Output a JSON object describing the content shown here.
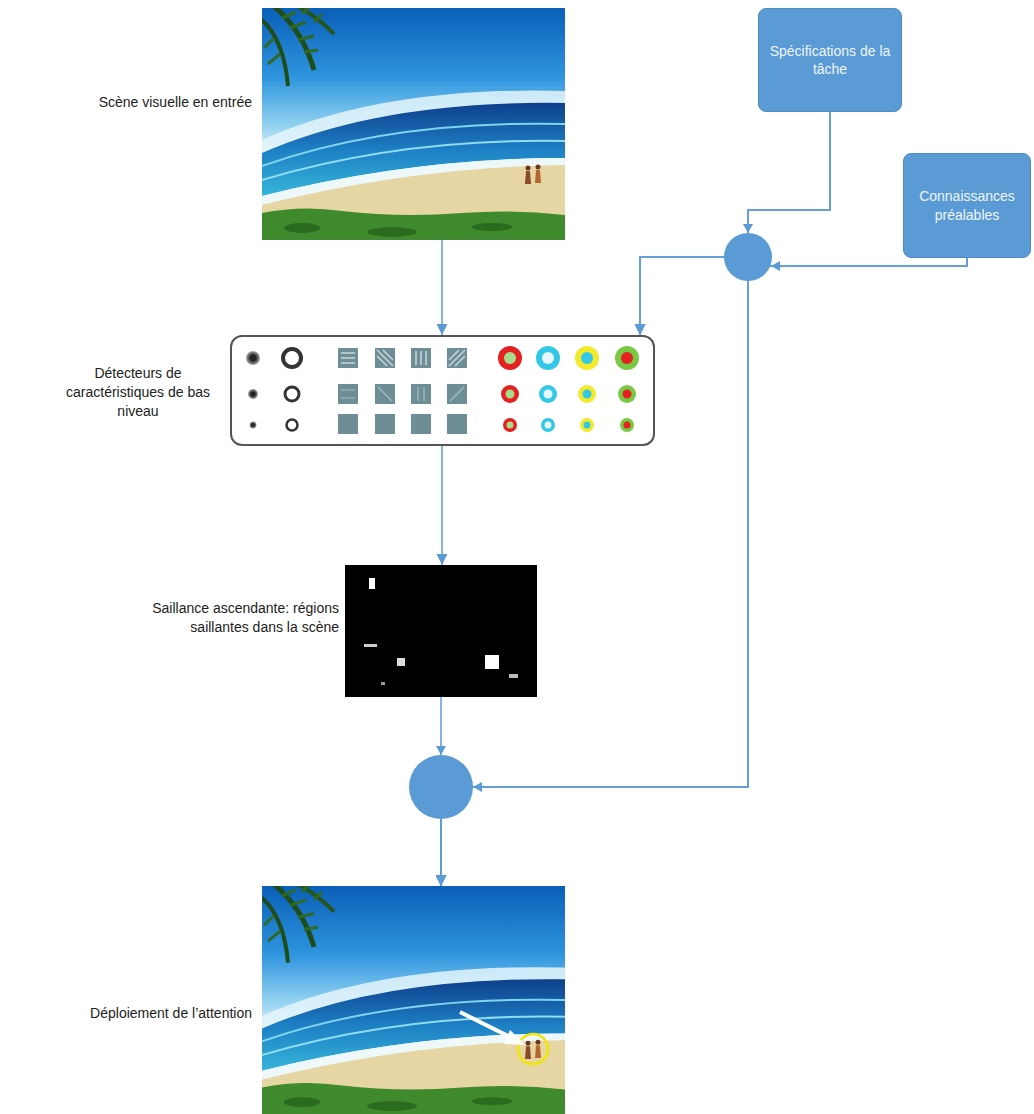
{
  "diagram": {
    "nodes": [
      {
        "text": [
          "Scène visuelle en entrée"
        ]
      },
      {
        "text": [
          "Spécifications de la tâche"
        ]
      },
      {
        "text": [
          "Connaissances préalables"
        ]
      },
      {
        "text": [
          "Détecteurs de caractéristiques de bas niveau"
        ]
      },
      {
        "text": [
          "Saillance ascendante: régions saillantes dans la scène"
        ]
      },
      {
        "text": [
          "Déploiement de l’attention"
        ]
      }
    ],
    "edges": [
      {
        "from": 0,
        "to": 3,
        "arrow": "to"
      },
      {
        "from": 1,
        "to": 3,
        "arrow": "to"
      },
      {
        "from": 2,
        "to": 3,
        "arrow": "to"
      },
      {
        "from": 3,
        "to": 4,
        "arrow": "to"
      },
      {
        "from": 1,
        "to": 5,
        "arrow": "to"
      },
      {
        "from": 2,
        "to": 5,
        "arrow": "to"
      },
      {
        "from": 4,
        "to": 5,
        "arrow": "to"
      }
    ]
  }
}
